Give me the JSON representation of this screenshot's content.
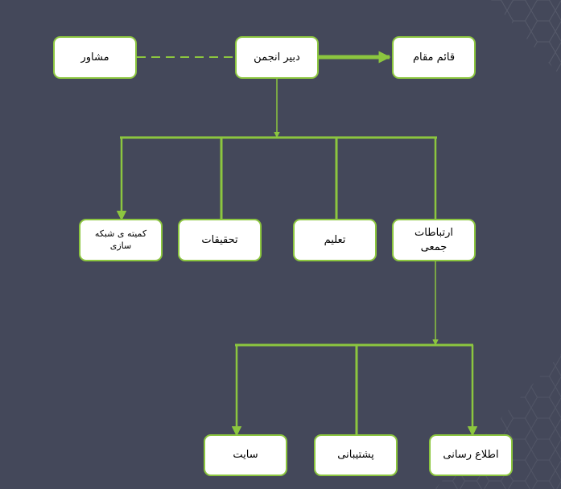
{
  "diagram": {
    "colors": {
      "background": "#44485a",
      "box_fill": "#ffffff",
      "box_border": "#8cc63f",
      "connector": "#8cc63f"
    },
    "nodes": {
      "advisor": "مشاور",
      "secretary": "دبیر انجمن",
      "deputy": "قائم مقام",
      "network_committee": "کمیته ی شبکه\nسازی",
      "research": "تحقیقات",
      "education": "تعلیم",
      "public_relations": "ارتباطات\nجمعی",
      "site": "سایت",
      "support": "پشتیبانی",
      "information": "اطلاع رسانی"
    }
  }
}
